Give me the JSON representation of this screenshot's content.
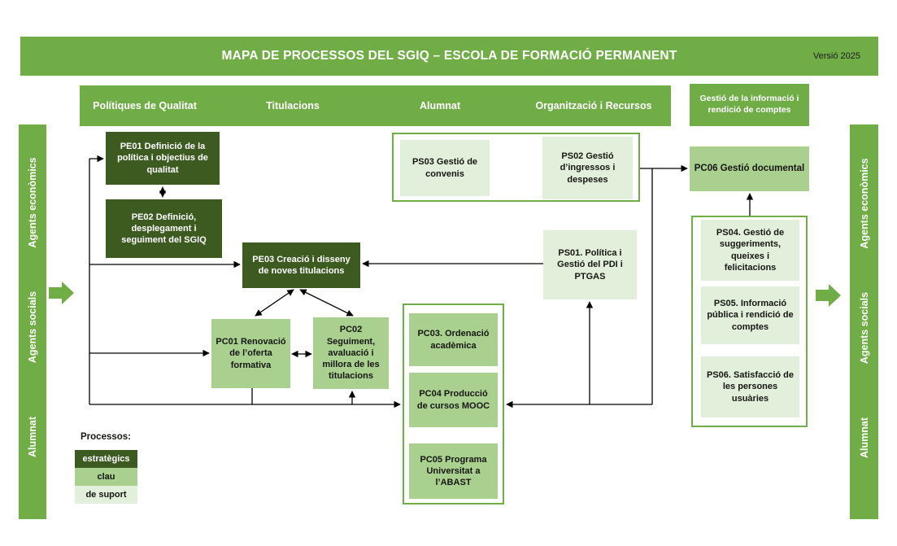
{
  "banner": {
    "title": "MAPA DE PROCESSOS DEL SGIQ – ESCOLA DE FORMACIÓ PERMANENT",
    "version": "Versió 2025"
  },
  "columns": {
    "c1": "Polítiques de Qualitat",
    "c2": "Titulacions",
    "c3": "Alumnat",
    "c4": "Organització i Recursos",
    "c5": "Gestió de la informació i rendició de comptes"
  },
  "stakeholders": {
    "left": [
      "Agents econòmics",
      "Agents socials",
      "Alumnat"
    ],
    "right": [
      "Agents econòmics",
      "Agents socials",
      "Alumnat"
    ]
  },
  "processes": {
    "pe01": "PE01 Definició de la política i objectius de qualitat",
    "pe02": "PE02 Definició, desplegament i seguiment del SGIQ",
    "pe03": "PE03 Creació i disseny de noves titulacions",
    "pc01": "PC01 Renovació de l’oferta formativa",
    "pc02": "PC02 Seguiment, avaluació i millora de les titulacions",
    "pc03": "PC03. Ordenació acadèmica",
    "pc04": "PC04 Producció de cursos MOOC",
    "pc05": "PC05 Programa Universitat a l’ABAST",
    "pc06": "PC06 Gestió documental",
    "ps01": "PS01. Política i Gestió del PDI i PTGAS",
    "ps02": "PS02 Gestió d’ingressos i despeses",
    "ps03": "PS03 Gestió de convenis",
    "ps04": "PS04. Gestió de suggeriments, queixes i felicitacions",
    "ps05": "PS05. Informació pública i rendició de comptes",
    "ps06": "PS06. Satisfacció de les persones usuàries"
  },
  "legend": {
    "title": "Processos:",
    "strategic": "estratègics",
    "key": "clau",
    "support": "de suport"
  },
  "colors": {
    "green": "#70AD47",
    "dark_green": "#3D5A21",
    "medium_green": "#A9D08E",
    "light_green": "#E2EFDA",
    "line": "#000000"
  }
}
